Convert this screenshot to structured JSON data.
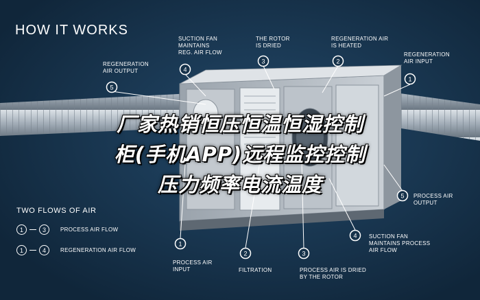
{
  "heading": "HOW IT WORKS",
  "overlay_lines": [
    "厂家热销恒压恒温恒湿控制",
    "柜(手机APP)远程监控控制",
    "压力频率电流温度"
  ],
  "legend": {
    "title": "TWO FLOWS OF AIR",
    "rows": [
      {
        "from": "1",
        "to": "3",
        "label": "PROCESS AIR FLOW"
      },
      {
        "from": "1",
        "to": "4",
        "label": "REGENERATION AIR FLOW"
      }
    ]
  },
  "top_callouts": [
    {
      "num": "5",
      "lines": [
        "REGENERATION",
        "AIR OUTPUT"
      ]
    },
    {
      "num": "4",
      "lines": [
        "SUCTION FAN",
        "MAINTAINS",
        "REG. AIR FLOW"
      ]
    },
    {
      "num": "3",
      "lines": [
        "THE ROTOR",
        "IS DRIED"
      ]
    },
    {
      "num": "2",
      "lines": [
        "REGENERATION AIR",
        "IS HEATED"
      ]
    },
    {
      "num": "1",
      "lines": [
        "REGENERATION",
        "AIR INPUT"
      ]
    }
  ],
  "bottom_callouts": [
    {
      "num": "1",
      "lines": [
        "PROCESS AIR",
        "INPUT"
      ]
    },
    {
      "num": "2",
      "lines": [
        "FILTRATION"
      ]
    },
    {
      "num": "3",
      "lines": [
        "PROCESS AIR IS DRIED",
        "BY THE ROTOR"
      ]
    },
    {
      "num": "4",
      "lines": [
        "SUCTION FAN",
        "MAINTAINS PROCESS",
        "AIR FLOW"
      ]
    },
    {
      "num": "5",
      "lines": [
        "PROCESS AIR",
        "OUTPUT"
      ]
    }
  ],
  "colors": {
    "background": "#16324a",
    "accent": "#ffffff",
    "duct": "#b9c2cb",
    "cabinet": "#d7dce1"
  }
}
